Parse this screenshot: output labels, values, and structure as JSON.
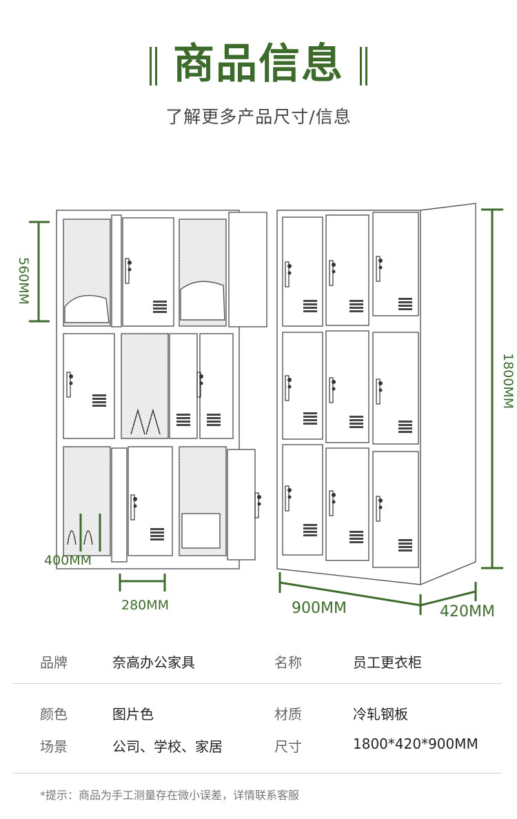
{
  "header": {
    "title": "商品信息",
    "subtitle": "了解更多产品尺寸/信息"
  },
  "dimensions": {
    "door_height": "560MM",
    "total_height": "1800MM",
    "door_depth": "400MM",
    "door_width": "280MM",
    "total_width": "900MM",
    "total_depth": "420MM"
  },
  "specs": [
    {
      "label1": "品牌",
      "value1": "奈高办公家具",
      "label2": "名称",
      "value2": "员工更衣柜"
    },
    {
      "label1": "颜色",
      "value1": "图片色",
      "label2": "材质",
      "value2": "冷轧钢板"
    },
    {
      "label1": "场景",
      "value1": "公司、学校、家居",
      "label2": "尺寸",
      "value2": "1800*420*900MM"
    }
  ],
  "note": "*提示：商品为手工测量存在微小误差，详情联系客服",
  "colors": {
    "accent": "#3d6b2b",
    "text": "#222222",
    "muted": "#666666",
    "divider": "#cfcfcf"
  }
}
